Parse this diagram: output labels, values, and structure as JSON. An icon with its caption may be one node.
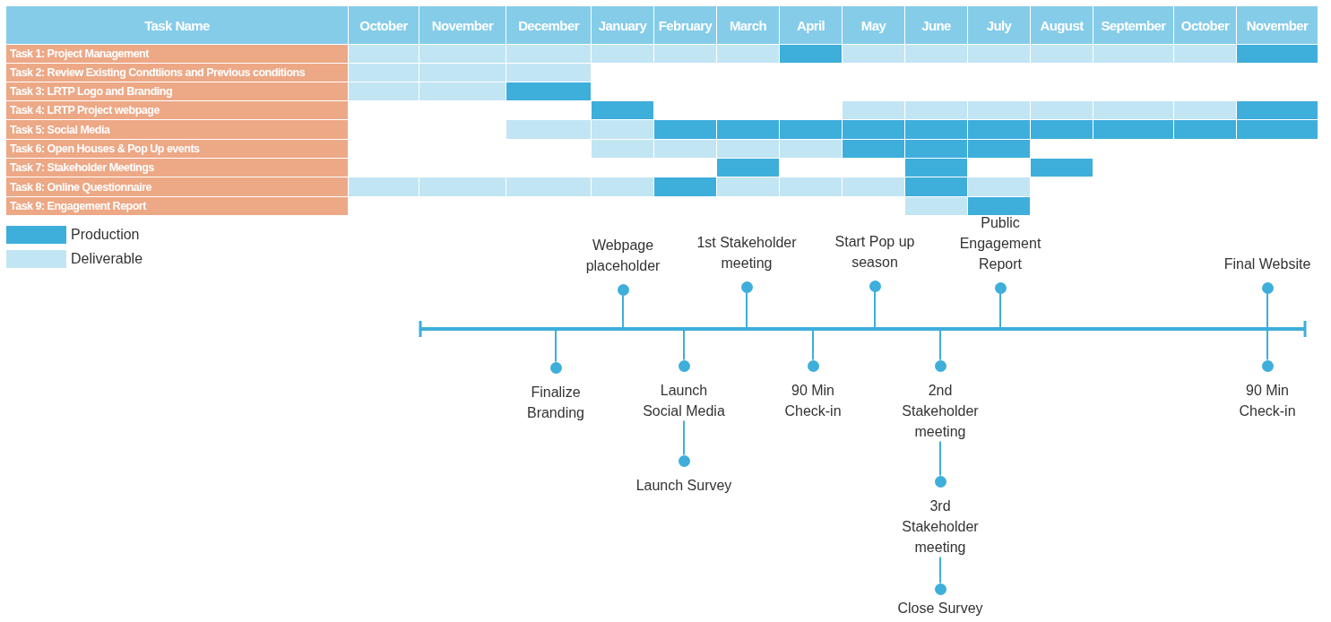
{
  "diagram": {
    "nodes": [
      {
        "text": [],
        "shape": "bar"
      },
      {
        "text": [
          "Webpage placeholder"
        ]
      },
      {
        "text": [
          "1st Stakeholder meeting"
        ]
      },
      {
        "text": [
          "Start Pop up season"
        ]
      },
      {
        "text": [
          "Public Engagement Report"
        ]
      },
      {
        "text": [
          "Final Website"
        ]
      },
      {
        "text": [
          "Finalize Branding"
        ]
      },
      {
        "text": [
          "Launch Social Media"
        ]
      },
      {
        "text": [
          "90 Min Check-in"
        ]
      },
      {
        "text": [
          "2nd Stakeholder meeting"
        ]
      },
      {
        "text": [
          "90 Min Check-in"
        ]
      },
      {
        "text": [
          "Launch Survey"
        ]
      },
      {
        "text": [
          "3rd Stakeholder meeting"
        ]
      },
      {
        "text": [
          "Close Survey"
        ]
      }
    ],
    "edges": [
      {
        "from": 1,
        "to": 0,
        "arrow": "none"
      },
      {
        "from": 2,
        "to": 0,
        "arrow": "none"
      },
      {
        "from": 3,
        "to": 0,
        "arrow": "none"
      },
      {
        "from": 4,
        "to": 0,
        "arrow": "none"
      },
      {
        "from": 5,
        "to": 0,
        "arrow": "none"
      },
      {
        "from": 6,
        "to": 0,
        "arrow": "none"
      },
      {
        "from": 7,
        "to": 0,
        "arrow": "none"
      },
      {
        "from": 8,
        "to": 0,
        "arrow": "none"
      },
      {
        "from": 9,
        "to": 0,
        "arrow": "none"
      },
      {
        "from": 10,
        "to": 0,
        "arrow": "none"
      },
      {
        "from": 7,
        "to": 11,
        "arrow": "none"
      },
      {
        "from": 9,
        "to": 12,
        "arrow": "none"
      },
      {
        "from": 12,
        "to": 13,
        "arrow": "none"
      }
    ],
    "labels": [
      "Task Name",
      "October",
      "November",
      "December",
      "January",
      "February",
      "March",
      "April",
      "May",
      "June",
      "July",
      "August",
      "September",
      "October",
      "November",
      "Task 1: Project Management",
      "Task 2: Review Existing Condtiions and Previous conditions",
      "Task 3: LRTP Logo and Branding",
      "Task 4: LRTP Project webpage",
      "Task 5: Social Media",
      "Task 6: Open Houses & Pop Up events",
      "Task 7: Stakeholder Meetings",
      "Task 8: Online Questionnaire",
      "Task 9: Engagement Report"
    ],
    "legend": [
      {
        "text": "Production",
        "color": "#3eaedb"
      },
      {
        "text": "Deliverable",
        "color": "#c2e5f4"
      }
    ]
  }
}
